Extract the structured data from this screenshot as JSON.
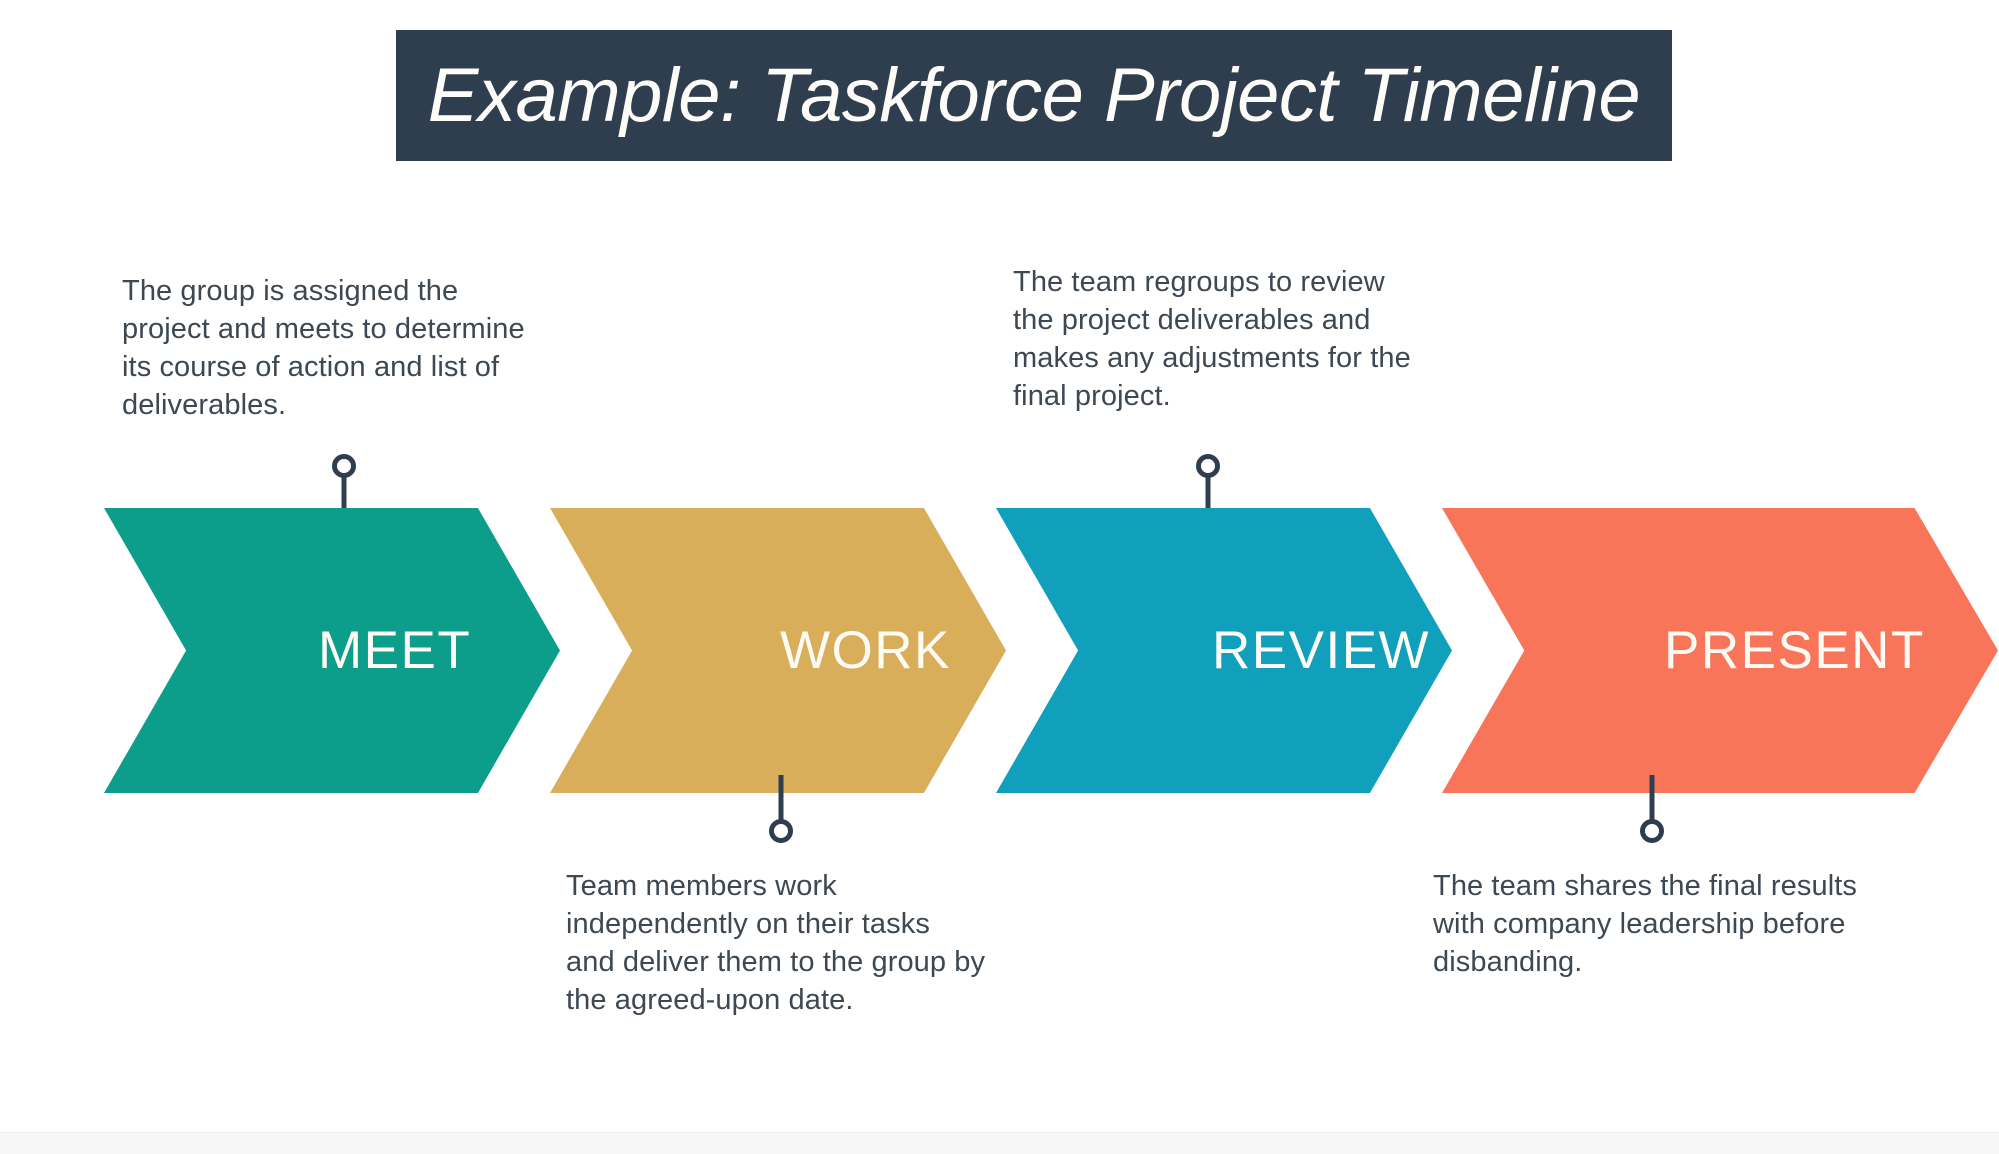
{
  "slide": {
    "background_color": "#FFFFFF",
    "title": {
      "text": "Example: Taskforce Project Timeline",
      "background_color": "#2F3E4E",
      "text_color": "#FDFCF8"
    }
  },
  "timeline": {
    "steps": [
      {
        "label": "MEET",
        "color": "#0C9D8B",
        "callout_position": "top",
        "callout": "The group is assigned the project and meets to determine its course of action and list of deliverables."
      },
      {
        "label": "WORK",
        "color": "#D9AE5B",
        "callout_position": "bottom",
        "callout": "Team members work independently on their tasks and deliver them to the group by the agreed-upon date."
      },
      {
        "label": "REVIEW",
        "color": "#11A0BC",
        "callout_position": "top",
        "callout": "The team regroups to review the project deliverables and makes any adjustments for the final project."
      },
      {
        "label": "PRESENT",
        "color": "#F8755A",
        "callout_position": "bottom",
        "callout": "The team shares the final results with company leadership before disbanding."
      }
    ],
    "connector_color": "#2F3E4E",
    "callout_text_color": "#3D4853"
  }
}
